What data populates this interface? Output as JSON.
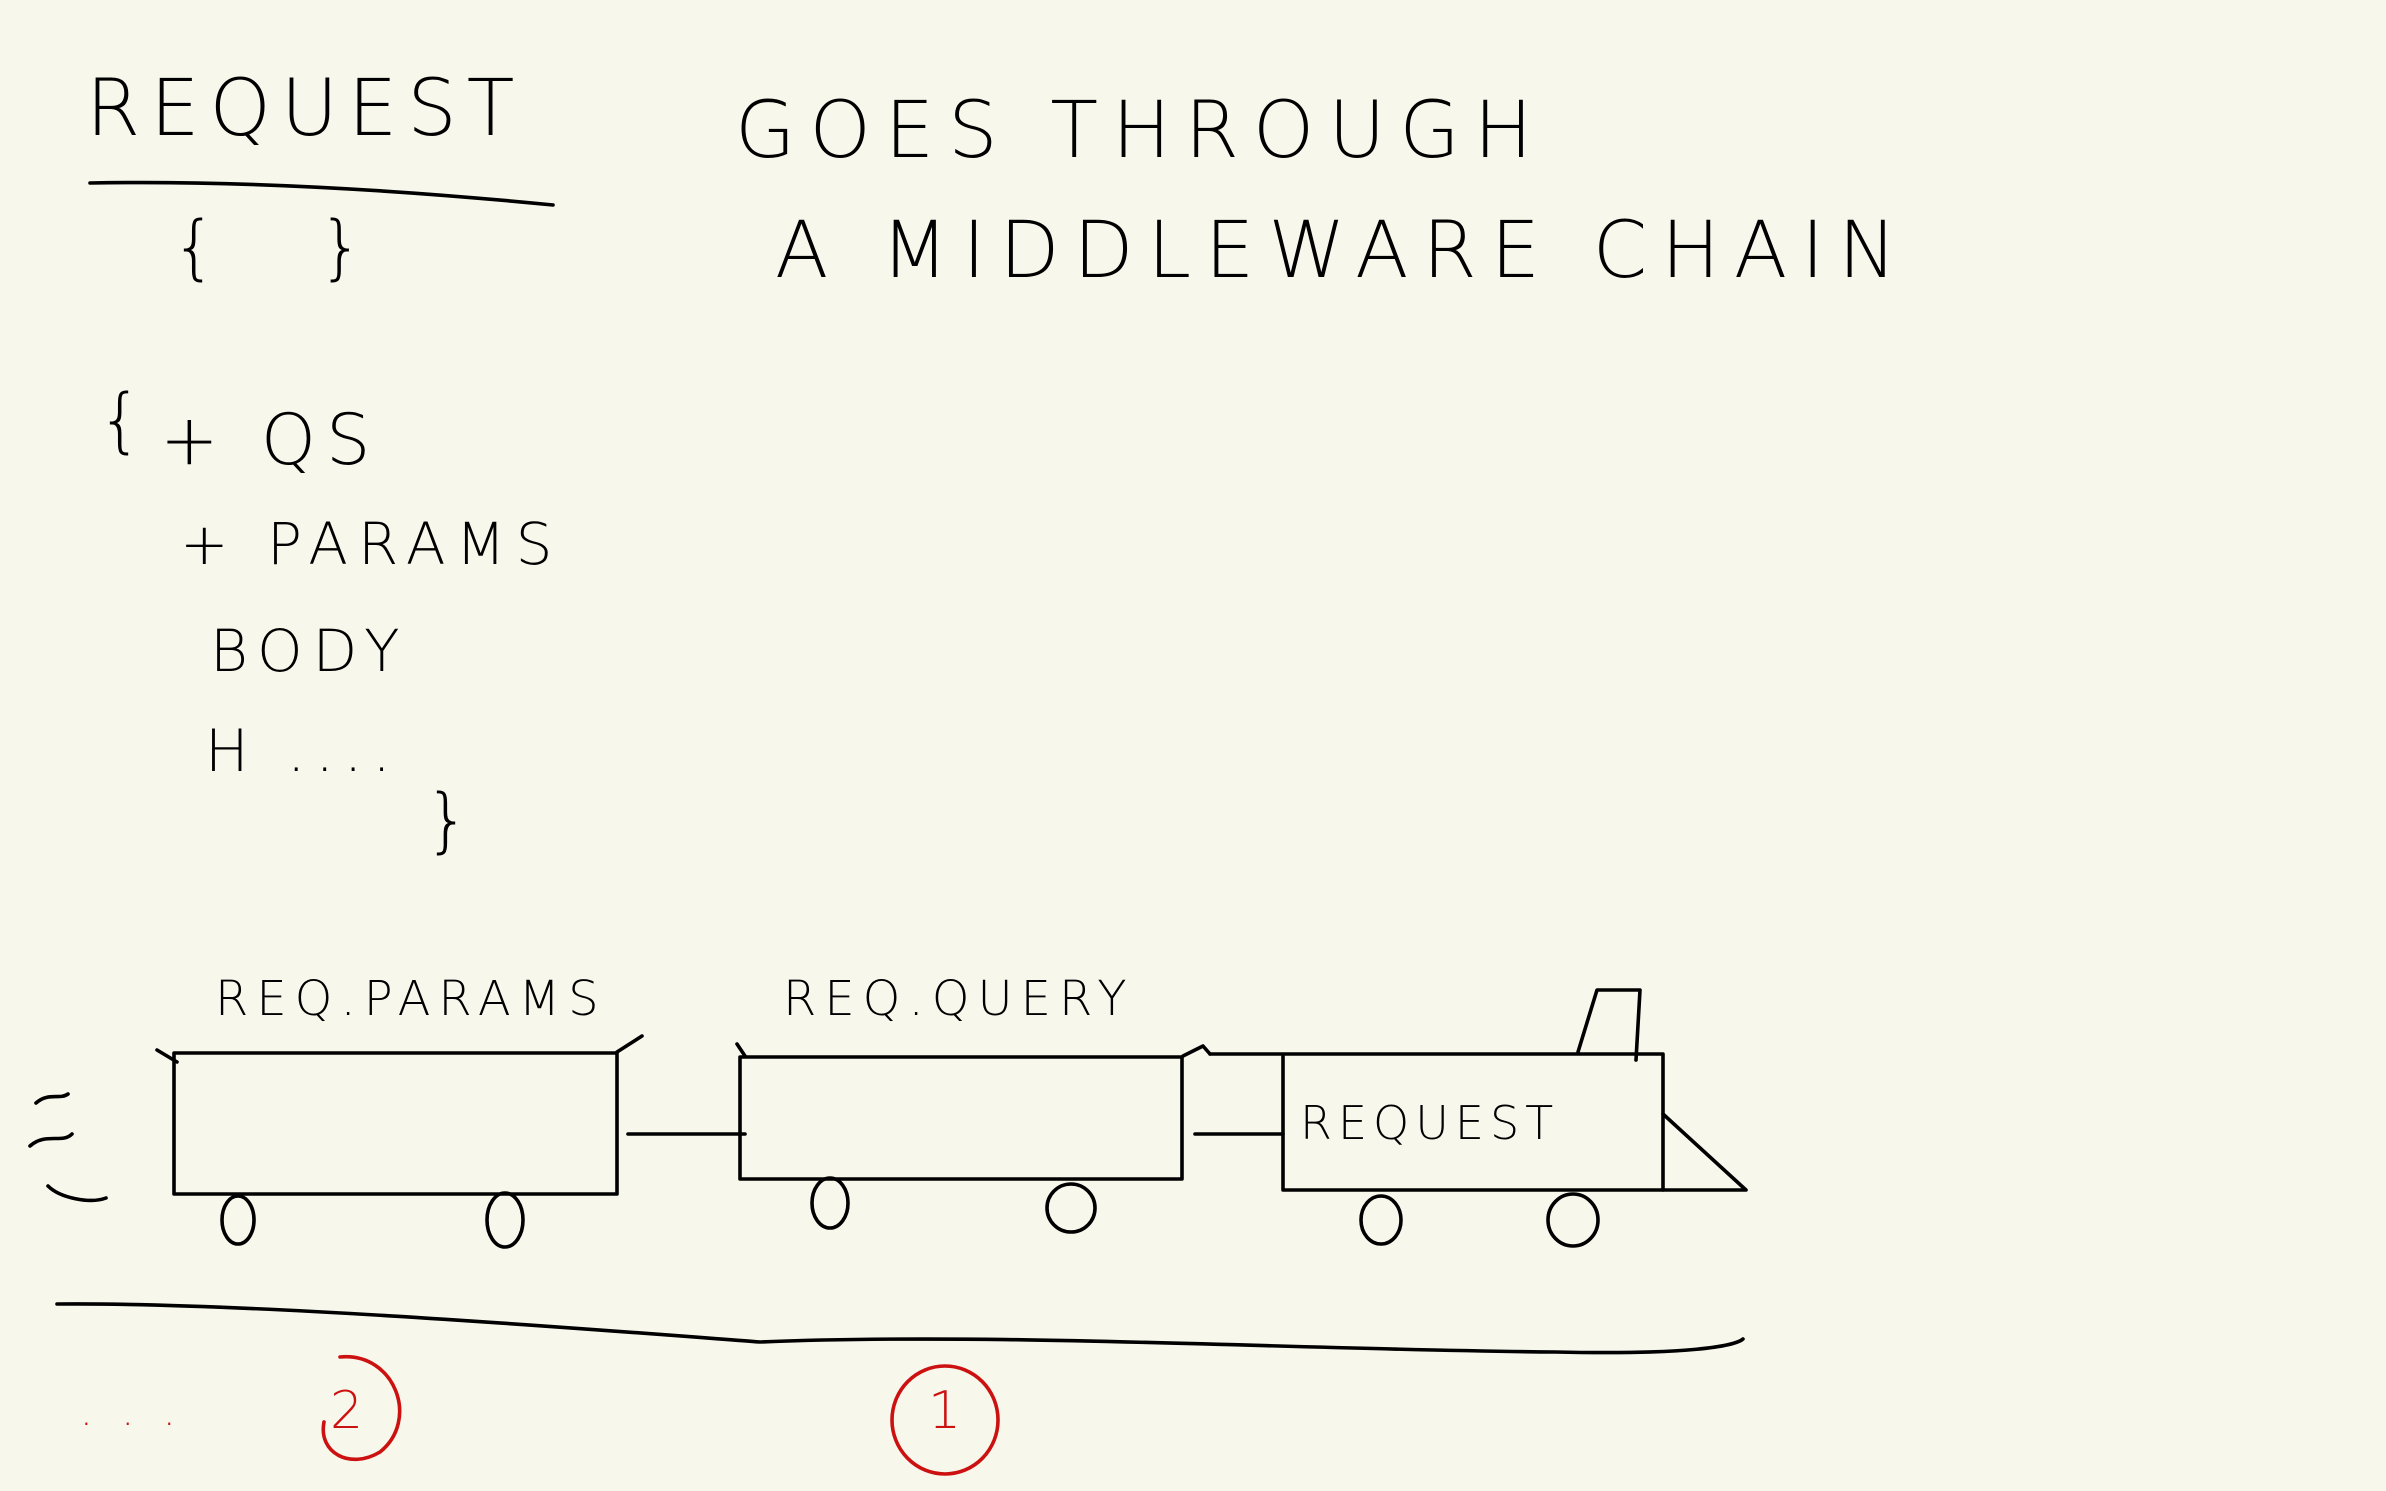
{
  "title": {
    "word": "REQUEST",
    "braces": "{ }"
  },
  "heading": {
    "line1": "GOES THROUGH",
    "line2": "A MIDDLEWARE CHAIN"
  },
  "object_sketch": {
    "open": "{",
    "items": [
      "+ QS",
      "+ PARAMS",
      "BODY",
      "H ...."
    ],
    "close": "}"
  },
  "train": {
    "cars": [
      {
        "label": "REQ.PARAMS",
        "order": "2"
      },
      {
        "label": "REQ.QUERY",
        "order": "1"
      },
      {
        "label": "REQUEST",
        "order": ""
      }
    ],
    "ellipsis": ". . ."
  },
  "colors": {
    "ink": "#000000",
    "paper": "#f8f7ec",
    "accent": "#cc1111"
  }
}
